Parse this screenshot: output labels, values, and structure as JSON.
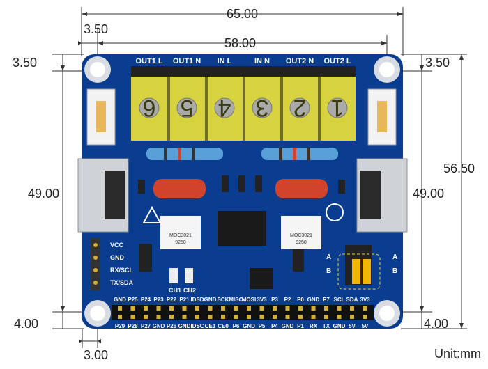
{
  "dimensions": {
    "overall_width": "65.00",
    "hole_spacing_x": "58.00",
    "hole_offset_left": "3.50",
    "hole_offset_top_left": "3.50",
    "hole_offset_top_right": "3.50",
    "overall_height": "56.50",
    "hole_spacing_y_left": "49.00",
    "hole_spacing_y_right": "49.00",
    "hole_offset_bottom_left": "4.00",
    "hole_offset_bottom_right": "4.00",
    "hole_offset_bottom_x": "3.00"
  },
  "unit_label": "Unit:mm",
  "terminal": {
    "labels": [
      "OUT1 L",
      "OUT1 N",
      "IN L",
      "IN N",
      "OUT2 N",
      "OUT2 L"
    ],
    "numbers": [
      "6",
      "5",
      "4",
      "3",
      "2",
      "1"
    ]
  },
  "serial_labels": [
    "VCC",
    "GND",
    "RX/SCL",
    "TX/SDA"
  ],
  "channel_labels": [
    "CH1",
    "CH2"
  ],
  "optocoupler": {
    "line1": "MOC3021",
    "line2": "9250"
  },
  "jumper_labels": [
    "A",
    "B",
    "A",
    "B"
  ],
  "pin_header": {
    "top_row": [
      "GND",
      "P25",
      "P24",
      "P23",
      "P22",
      "P21",
      "IDSD",
      "GND",
      "SCK",
      "MISO",
      "MOSI",
      "3V3",
      "P3",
      "P2",
      "P0",
      "GND",
      "P7",
      "SCL",
      "SDA",
      "3V3"
    ],
    "bottom_row": [
      "P29",
      "P28",
      "P27",
      "GND",
      "P26",
      "GND",
      "IDSC",
      "CE1",
      "CE0",
      "P6",
      "GND",
      "P5",
      "P4",
      "GND",
      "P1",
      "RX",
      "TX",
      "GND",
      "5V",
      "5V"
    ]
  },
  "colors": {
    "pcb": "#0a3d8f",
    "terminal": "#e9e03a",
    "heatsink": "#cfd3d8",
    "jumper": "#f2b705"
  }
}
